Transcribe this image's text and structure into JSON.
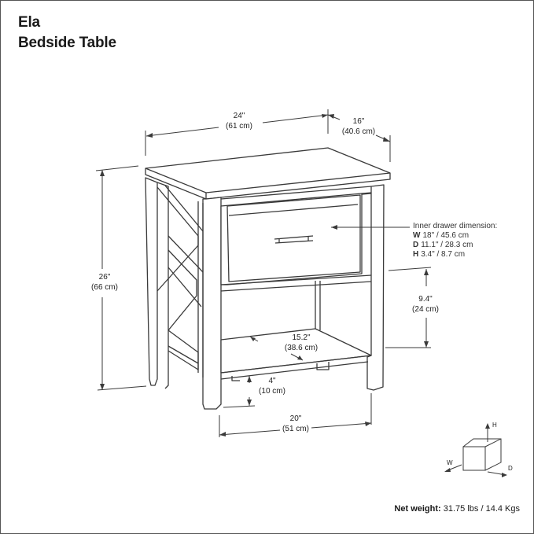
{
  "header": {
    "product_name": "Ela",
    "product_type": "Bedside Table"
  },
  "dimensions": {
    "width": {
      "imperial": "24\"",
      "metric": "(61 cm)"
    },
    "depth": {
      "imperial": "16\"",
      "metric": "(40.6 cm)"
    },
    "height": {
      "imperial": "26\"",
      "metric": "(66 cm)"
    },
    "shelf_opening_height": {
      "imperial": "9.4\"",
      "metric": "(24 cm)"
    },
    "shelf_depth": {
      "imperial": "15.2\"",
      "metric": "(38.6 cm)"
    },
    "floor_clearance": {
      "imperial": "4\"",
      "metric": "(10 cm)"
    },
    "inner_width": {
      "imperial": "20\"",
      "metric": "(51 cm)"
    }
  },
  "inner_drawer": {
    "title": "Inner drawer dimension:",
    "rows": [
      {
        "key": "W",
        "value": "18\" / 45.6 cm"
      },
      {
        "key": "D",
        "value": "11.1\" / 28.3 cm"
      },
      {
        "key": "H",
        "value": "3.4\" / 8.7 cm"
      }
    ]
  },
  "axis_legend": {
    "h": "H",
    "w": "W",
    "d": "D"
  },
  "weight": {
    "label": "Net weight:",
    "value": "31.75 lbs / 14.4 Kgs"
  },
  "colors": {
    "line": "#3a3a3a",
    "text": "#1a1a1a"
  }
}
